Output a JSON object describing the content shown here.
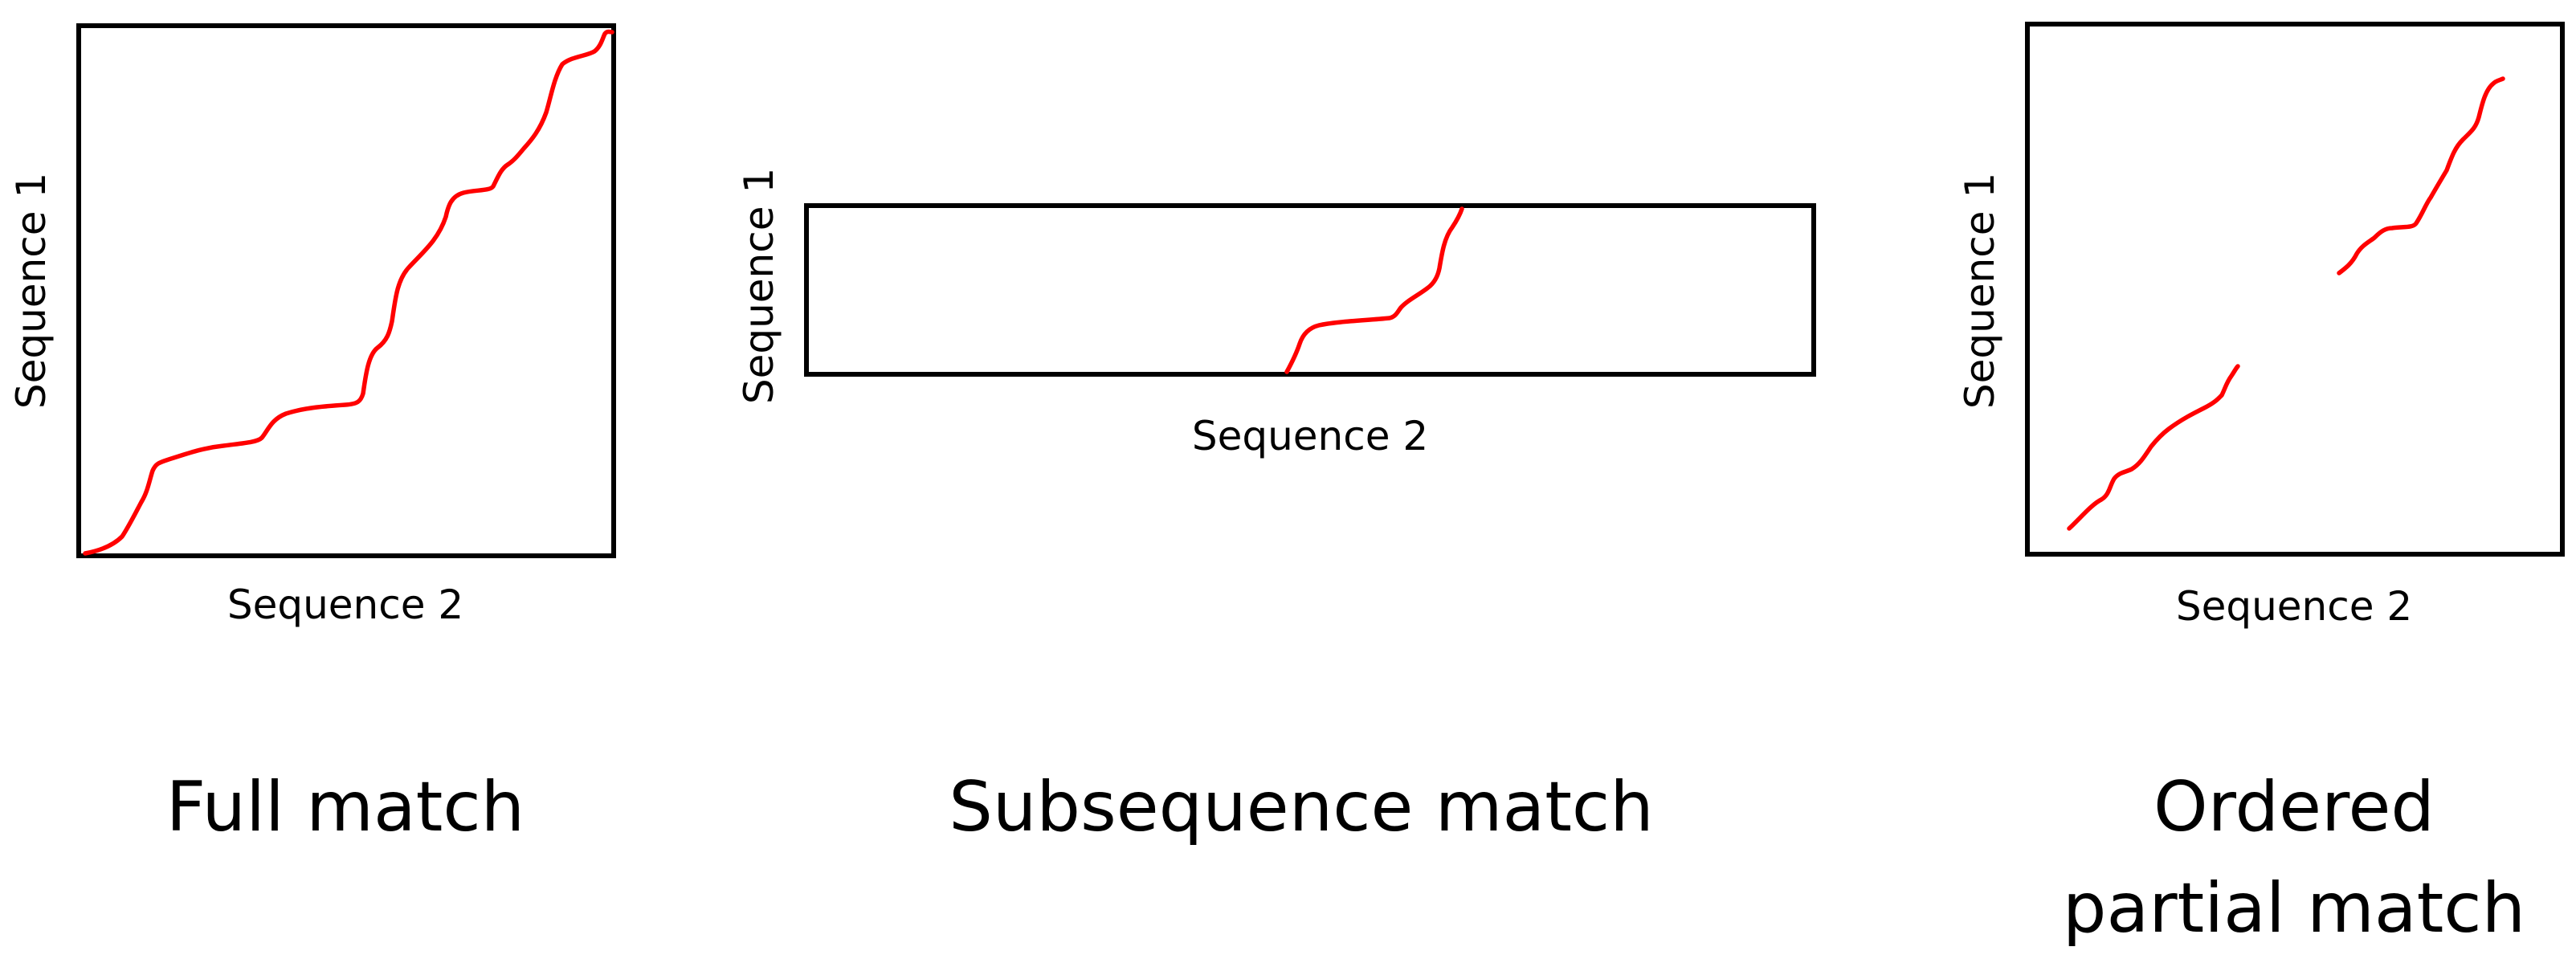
{
  "colors": {
    "curve": "#ff0000",
    "frame": "#000000",
    "background": "#ffffff"
  },
  "panels": [
    {
      "id": "full",
      "ylabel": "Sequence 1",
      "xlabel": "Sequence 2",
      "caption": [
        "Full match"
      ]
    },
    {
      "id": "subsequence",
      "ylabel": "Sequence 1",
      "xlabel": "Sequence 2",
      "caption": [
        "Subsequence match"
      ]
    },
    {
      "id": "partial",
      "ylabel": "Sequence 1",
      "xlabel": "Sequence 2",
      "caption": [
        "Ordered",
        "partial match"
      ]
    }
  ]
}
